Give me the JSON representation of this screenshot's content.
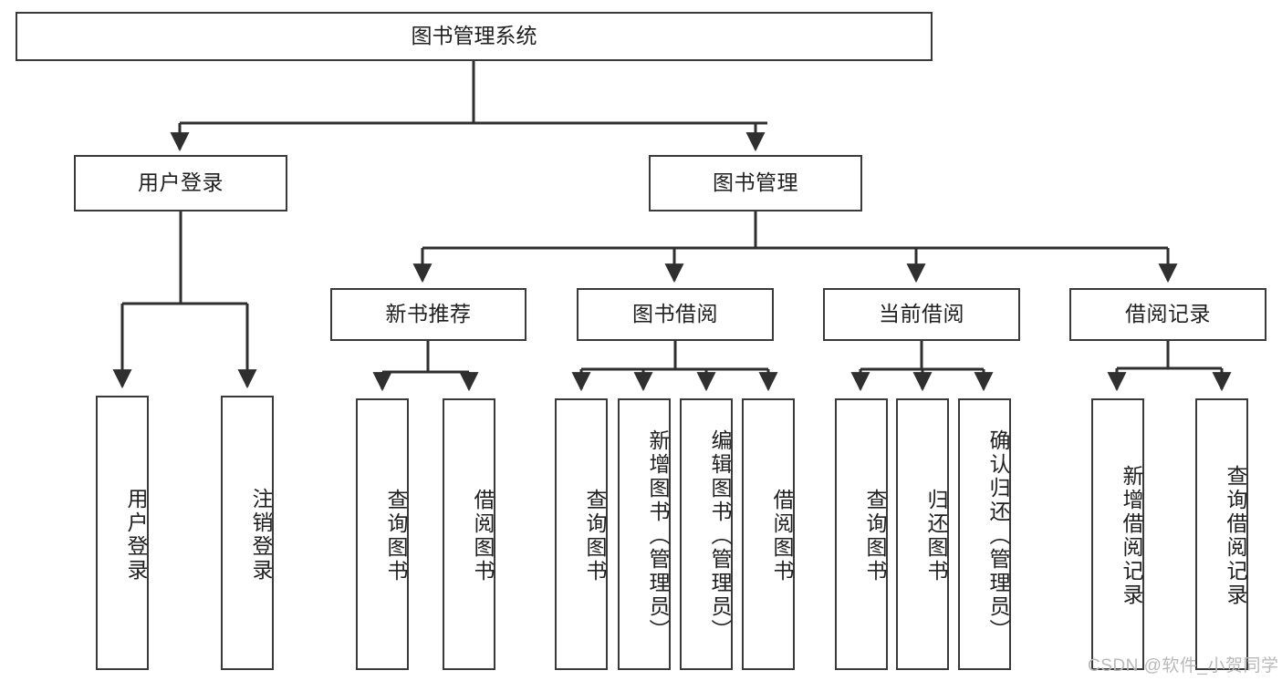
{
  "diagram": {
    "type": "tree",
    "title": "图书管理系统",
    "orientation": "top-down",
    "colors": {
      "node_border": "#3a3a3a",
      "node_fill": "#ffffff",
      "edge": "#2f2f2f",
      "text": "#1f1f1f",
      "watermark": "#b9b9b9",
      "background": "#ffffff"
    },
    "nodes": {
      "root": {
        "label": "图书管理系统",
        "level": 1
      },
      "login": {
        "label": "用户登录",
        "level": 2
      },
      "book_mgmt": {
        "label": "图书管理",
        "level": 2
      },
      "new_book_rec": {
        "label": "新书推荐",
        "level": 3
      },
      "book_borrow": {
        "label": "图书借阅",
        "level": 3
      },
      "current_borrow": {
        "label": "当前借阅",
        "level": 3
      },
      "borrow_record": {
        "label": "借阅记录",
        "level": 3
      },
      "leaf_user_login": {
        "label": "用户登录",
        "level": 4
      },
      "leaf_logout_login": {
        "label": "注销登录",
        "level": 4
      },
      "leaf_query_book_1": {
        "label": "查询图书",
        "level": 4
      },
      "leaf_borrow_book_1": {
        "label": "借阅图书",
        "level": 4
      },
      "leaf_query_book_2": {
        "label": "查询图书",
        "level": 4
      },
      "leaf_add_book_admin": {
        "label": "新增图书（管理员）",
        "level": 4
      },
      "leaf_edit_book_admin": {
        "label": "编辑图书（管理员）",
        "level": 4
      },
      "leaf_borrow_book_2": {
        "label": "借阅图书",
        "level": 4
      },
      "leaf_query_book_3": {
        "label": "查询图书",
        "level": 4
      },
      "leaf_return_book": {
        "label": "归还图书",
        "level": 4
      },
      "leaf_confirm_return_admin": {
        "label": "确认归还（管理员）",
        "level": 4
      },
      "leaf_add_borrow_record": {
        "label": "新增借阅记录",
        "level": 4
      },
      "leaf_query_borrow_record": {
        "label": "查询借阅记录",
        "level": 4
      }
    },
    "edges": [
      {
        "from": "root",
        "to": "login"
      },
      {
        "from": "root",
        "to": "book_mgmt"
      },
      {
        "from": "login",
        "to": "leaf_user_login"
      },
      {
        "from": "login",
        "to": "leaf_logout_login"
      },
      {
        "from": "book_mgmt",
        "to": "new_book_rec"
      },
      {
        "from": "book_mgmt",
        "to": "book_borrow"
      },
      {
        "from": "book_mgmt",
        "to": "current_borrow"
      },
      {
        "from": "book_mgmt",
        "to": "borrow_record"
      },
      {
        "from": "new_book_rec",
        "to": "leaf_query_book_1"
      },
      {
        "from": "new_book_rec",
        "to": "leaf_borrow_book_1"
      },
      {
        "from": "book_borrow",
        "to": "leaf_query_book_2"
      },
      {
        "from": "book_borrow",
        "to": "leaf_add_book_admin"
      },
      {
        "from": "book_borrow",
        "to": "leaf_edit_book_admin"
      },
      {
        "from": "book_borrow",
        "to": "leaf_borrow_book_2"
      },
      {
        "from": "current_borrow",
        "to": "leaf_query_book_3"
      },
      {
        "from": "current_borrow",
        "to": "leaf_return_book"
      },
      {
        "from": "current_borrow",
        "to": "leaf_confirm_return_admin"
      },
      {
        "from": "borrow_record",
        "to": "leaf_add_borrow_record"
      },
      {
        "from": "borrow_record",
        "to": "leaf_query_borrow_record"
      }
    ]
  },
  "watermark": {
    "text": "CSDN @软件_小贺同学"
  }
}
